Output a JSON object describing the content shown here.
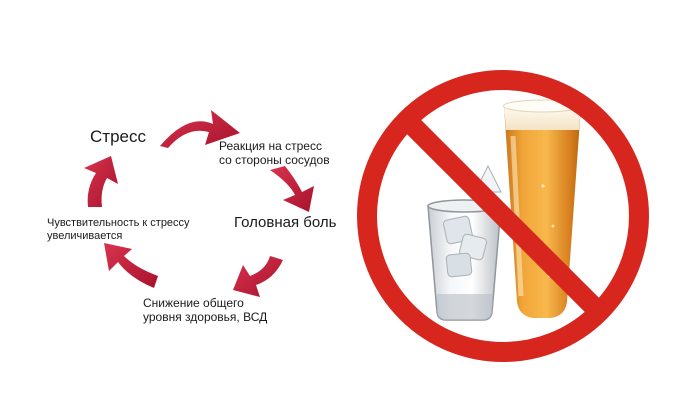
{
  "diagram": {
    "nodes": [
      {
        "id": "stress",
        "label": "Стресс"
      },
      {
        "id": "reaction",
        "lines": [
          "Реакция на стресс",
          "со стороны сосудов"
        ]
      },
      {
        "id": "headache",
        "label": "Головная боль"
      },
      {
        "id": "decrease",
        "lines": [
          "Снижение общего",
          "уровня здоровья, ВСД"
        ]
      },
      {
        "id": "sensitivity",
        "lines": [
          "Чувствительность к стрессу",
          "увеличивается"
        ]
      }
    ],
    "arrow_color": "#c51f3b",
    "direction": "clockwise"
  },
  "sign": {
    "type": "prohibition",
    "ring_color": "#d7261e",
    "items": [
      "vodka-glass-icon",
      "beer-glass-icon"
    ]
  }
}
